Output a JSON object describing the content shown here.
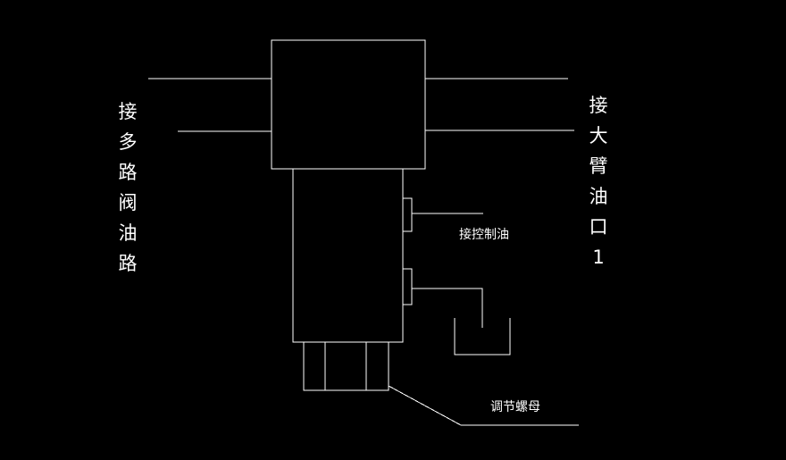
{
  "labels": {
    "left_port": "接多路阀油路",
    "right_port": "接大臂油口1",
    "control_port": "接控制油",
    "adjust_nut": "调节螺母"
  },
  "colors": {
    "background": "#000000",
    "line": "#ffffff"
  }
}
